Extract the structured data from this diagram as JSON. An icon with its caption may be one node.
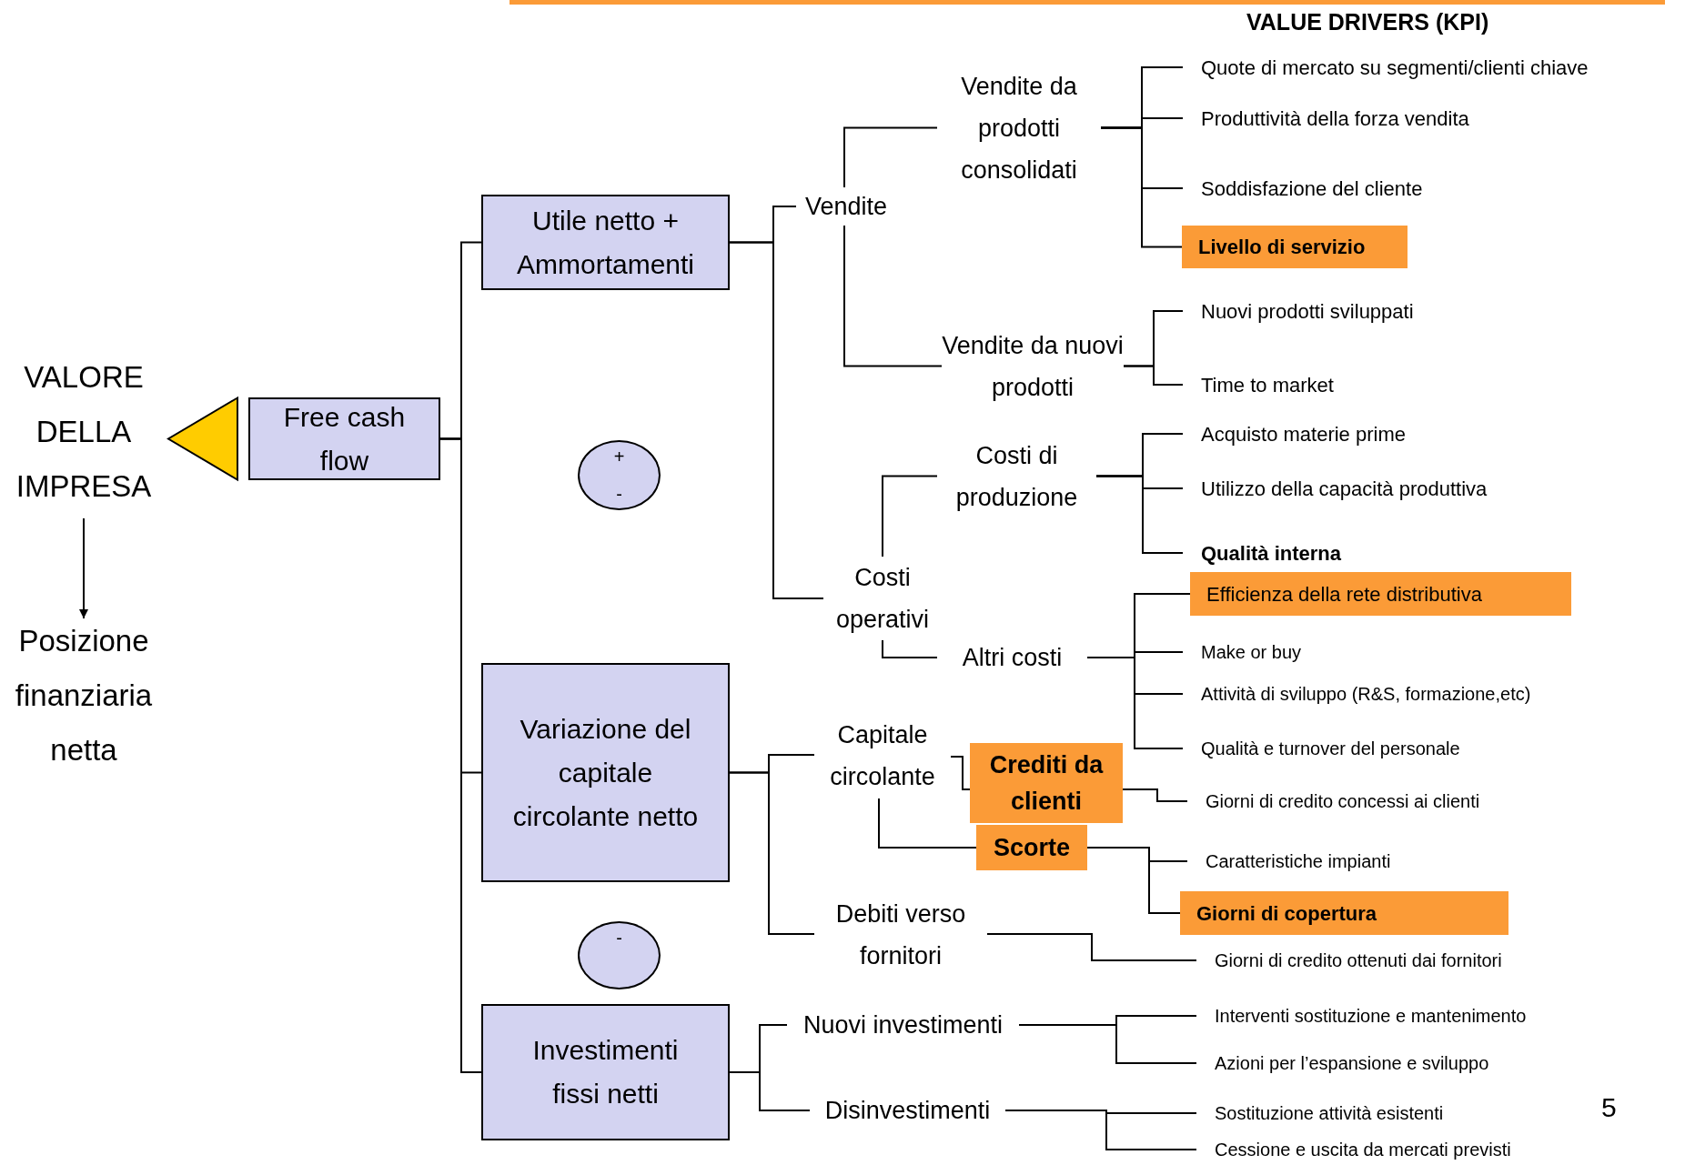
{
  "diagram": {
    "title": "VALUE DRIVERS (KPI)",
    "nodes": [
      {
        "text": [
          "VALORE DELLA IMPRESA"
        ]
      },
      {
        "text": [
          "Posizione finanziaria netta"
        ]
      },
      {
        "text": [
          "Free cash flow"
        ]
      },
      {
        "text": [
          "Utile netto + Ammortamenti"
        ]
      },
      {
        "text": [
          "+",
          "-"
        ]
      },
      {
        "text": [
          "Variazione del capitale circolante netto"
        ]
      },
      {
        "text": [
          "-"
        ]
      },
      {
        "text": [
          "Investimenti fissi netti"
        ]
      },
      {
        "text": [
          "Vendite"
        ]
      },
      {
        "text": [
          "Vendite da prodotti consolidati"
        ]
      },
      {
        "text": [
          "Vendite da nuovi prodotti"
        ]
      },
      {
        "text": [
          "Costi operativi"
        ]
      },
      {
        "text": [
          "Costi di produzione"
        ]
      },
      {
        "text": [
          "Altri costi"
        ]
      },
      {
        "text": [
          "Capitale circolante"
        ]
      },
      {
        "text": [
          "Crediti da clienti"
        ]
      },
      {
        "text": [
          "Scorte"
        ]
      },
      {
        "text": [
          "Debiti verso fornitori"
        ]
      },
      {
        "text": [
          "Nuovi investimenti"
        ]
      },
      {
        "text": [
          "Disinvestimenti"
        ]
      },
      {
        "text": [
          "Quote di mercato su segmenti/clienti chiave"
        ]
      },
      {
        "text": [
          "Produttività della forza vendita"
        ]
      },
      {
        "text": [
          "Soddisfazione del cliente"
        ]
      },
      {
        "text": [
          "Livello di servizio"
        ]
      },
      {
        "text": [
          "Nuovi prodotti sviluppati"
        ]
      },
      {
        "text": [
          "Time to market"
        ]
      },
      {
        "text": [
          "Acquisto materie prime"
        ]
      },
      {
        "text": [
          "Utilizzo della capacità produttiva"
        ]
      },
      {
        "text": [
          "Qualità interna"
        ]
      },
      {
        "text": [
          "Efficienza della rete distributiva"
        ]
      },
      {
        "text": [
          "Make or buy"
        ]
      },
      {
        "text": [
          "Attività di sviluppo (R&S, formazione,etc)"
        ]
      },
      {
        "text": [
          "Qualità e turnover del personale"
        ]
      },
      {
        "text": [
          "Giorni di credito concessi ai clienti"
        ]
      },
      {
        "text": [
          "Caratteristiche impianti"
        ]
      },
      {
        "text": [
          "Giorni di copertura"
        ]
      },
      {
        "text": [
          "Giorni di credito ottenuti dai fornitori"
        ]
      },
      {
        "text": [
          "Interventi sostituzione e mantenimento"
        ]
      },
      {
        "text": [
          "Azioni per l’espansione e sviluppo"
        ]
      },
      {
        "text": [
          "Sostituzione attività esistenti"
        ]
      },
      {
        "text": [
          "Cessione e uscita da mercati previsti"
        ]
      }
    ],
    "edges": [
      {
        "from": 0,
        "to": 1,
        "arrow": "to"
      },
      {
        "from": 2,
        "to": 0,
        "arrow": "to",
        "style": "thick",
        "color": "#ffcc00"
      },
      {
        "from": 2,
        "to": 3,
        "arrow": "none"
      },
      {
        "from": 2,
        "to": 5,
        "arrow": "none"
      },
      {
        "from": 2,
        "to": 7,
        "arrow": "none"
      },
      {
        "from": 3,
        "to": 8,
        "arrow": "none"
      },
      {
        "from": 3,
        "to": 11,
        "arrow": "none"
      },
      {
        "from": 8,
        "to": 9,
        "arrow": "none"
      },
      {
        "from": 8,
        "to": 10,
        "arrow": "none"
      },
      {
        "from": 9,
        "to": 20,
        "arrow": "none"
      },
      {
        "from": 9,
        "to": 21,
        "arrow": "none"
      },
      {
        "from": 9,
        "to": 22,
        "arrow": "none"
      },
      {
        "from": 9,
        "to": 23,
        "arrow": "none"
      },
      {
        "from": 10,
        "to": 24,
        "arrow": "none"
      },
      {
        "from": 10,
        "to": 25,
        "arrow": "none"
      },
      {
        "from": 11,
        "to": 12,
        "arrow": "none"
      },
      {
        "from": 11,
        "to": 13,
        "arrow": "none"
      },
      {
        "from": 12,
        "to": 26,
        "arrow": "none"
      },
      {
        "from": 12,
        "to": 27,
        "arrow": "none"
      },
      {
        "from": 12,
        "to": 28,
        "arrow": "none"
      },
      {
        "from": 13,
        "to": 29,
        "arrow": "none"
      },
      {
        "from": 13,
        "to": 30,
        "arrow": "none"
      },
      {
        "from": 13,
        "to": 31,
        "arrow": "none"
      },
      {
        "from": 13,
        "to": 32,
        "arrow": "none"
      },
      {
        "from": 5,
        "to": 14,
        "arrow": "none"
      },
      {
        "from": 5,
        "to": 17,
        "arrow": "none"
      },
      {
        "from": 14,
        "to": 15,
        "arrow": "none"
      },
      {
        "from": 14,
        "to": 16,
        "arrow": "none"
      },
      {
        "from": 15,
        "to": 33,
        "arrow": "none"
      },
      {
        "from": 16,
        "to": 34,
        "arrow": "none"
      },
      {
        "from": 16,
        "to": 35,
        "arrow": "none"
      },
      {
        "from": 17,
        "to": 36,
        "arrow": "none"
      },
      {
        "from": 7,
        "to": 18,
        "arrow": "none"
      },
      {
        "from": 7,
        "to": 19,
        "arrow": "none"
      },
      {
        "from": 18,
        "to": 37,
        "arrow": "none"
      },
      {
        "from": 18,
        "to": 38,
        "arrow": "none"
      },
      {
        "from": 19,
        "to": 39,
        "arrow": "none"
      },
      {
        "from": 19,
        "to": 40,
        "arrow": "none"
      }
    ],
    "labels": [
      "5"
    ]
  }
}
